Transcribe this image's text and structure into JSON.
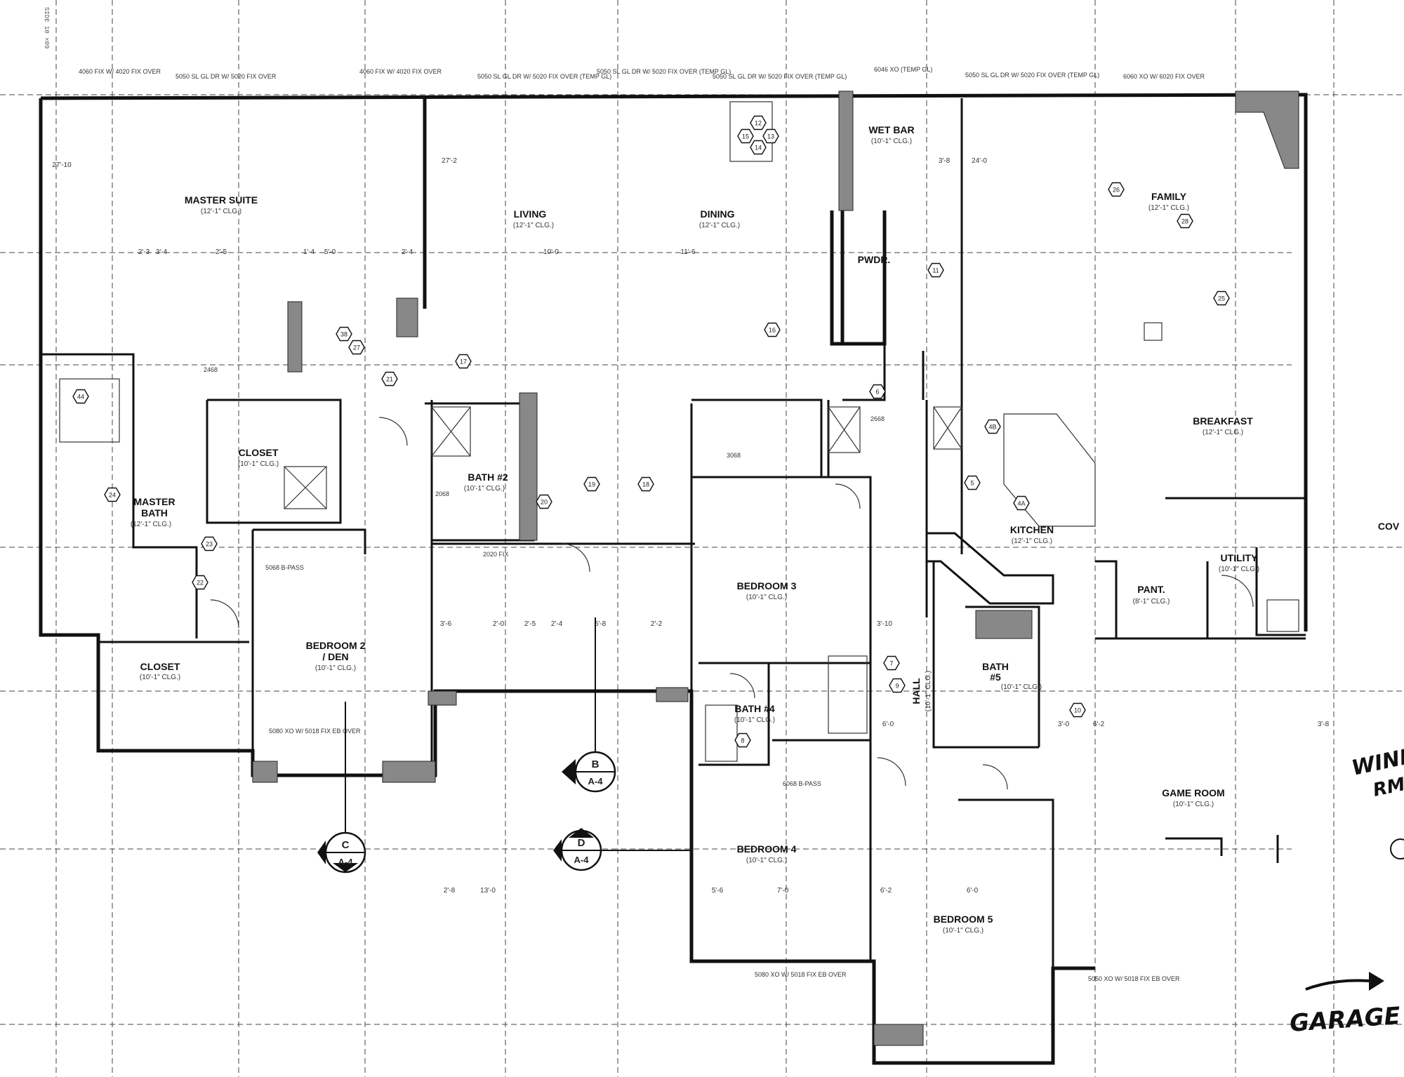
{
  "rooms": {
    "master_suite": {
      "name": "MASTER SUITE",
      "ceiling": "(12'-1\" CLG.)"
    },
    "living": {
      "name": "LIVING",
      "ceiling": "(12'-1\" CLG.)"
    },
    "dining": {
      "name": "DINING",
      "ceiling": "(12'-1\" CLG.)"
    },
    "wet_bar": {
      "name": "WET BAR",
      "ceiling": "(10'-1\" CLG.)"
    },
    "family": {
      "name": "FAMILY",
      "ceiling": "(12'-1\" CLG.)"
    },
    "pwdr": {
      "name": "PWDR."
    },
    "closet_1": {
      "name": "CLOSET",
      "ceiling": "(10'-1\" CLG.)"
    },
    "master_bath": {
      "name": "MASTER BATH",
      "ceiling": "(12'-1\" CLG.)"
    },
    "bath_2": {
      "name": "BATH #2",
      "ceiling": "(10'-1\" CLG.)"
    },
    "bedroom_2": {
      "name": "BEDROOM 2 / DEN",
      "ceiling": "(10'-1\" CLG.)"
    },
    "closet_2": {
      "name": "CLOSET",
      "ceiling": "(10'-1\" CLG.)"
    },
    "bedroom_3": {
      "name": "BEDROOM 3",
      "ceiling": "(10'-1\" CLG.)"
    },
    "bath_4": {
      "name": "BATH #4",
      "ceiling": "(10'-1\" CLG.)"
    },
    "bedroom_4": {
      "name": "BEDROOM 4",
      "ceiling": "(10'-1\" CLG.)"
    },
    "hall": {
      "name": "HALL",
      "ceiling": "(10'-1\" CLG.)"
    },
    "kitchen": {
      "name": "KITCHEN",
      "ceiling": "(12'-1\" CLG.)"
    },
    "pant": {
      "name": "PANT.",
      "ceiling": "(8'-1\" CLG.)"
    },
    "utility": {
      "name": "UTILITY",
      "ceiling": "(10'-1\" CLG.)"
    },
    "bath_5": {
      "name": "BATH #5",
      "ceiling": "(10'-1\" CLG.)"
    },
    "breakfast": {
      "name": "BREAKFAST",
      "ceiling": "(12'-1\" CLG.)"
    },
    "game_room": {
      "name": "GAME ROOM",
      "ceiling": "(10'-1\" CLG.)"
    },
    "bedroom_5": {
      "name": "BEDROOM 5",
      "ceiling": "(10'-1\" CLG.)"
    },
    "cov": {
      "name": "COV"
    }
  },
  "section_markers": [
    {
      "letter": "B",
      "sheet": "A-4"
    },
    {
      "letter": "C",
      "sheet": "A-4"
    },
    {
      "letter": "D",
      "sheet": "A-4"
    }
  ],
  "handwritten": {
    "wine_line1": "WINE",
    "wine_line2": "RM",
    "garage": "GARAGE"
  },
  "window_notes": [
    "4060 FIX W/ 4020 FIX OVER",
    "5050 SL GL DR W/ 5020 FIX OVER",
    "4060 FIX W/ 4020 FIX OVER",
    "5050 SL GL DR W/ 5020 FIX OVER (TEMP GL)",
    "5050 SL GL DR W/ 5020 FIX OVER (TEMP GL)",
    "5050 SL GL DR W/ 5020 FIX OVER (TEMP GL)",
    "6046 XO (TEMP GL)",
    "5050 SL GL DR W/ 5020 FIX OVER (TEMP GL)",
    "6060 XO W/ 6020 FIX OVER"
  ],
  "dimensions": [
    "27'-10",
    "2'-3",
    "3'-4",
    "2'-5",
    "1'-4",
    "5'-0",
    "2'-4",
    "27'-2",
    "10'-0",
    "11'-6",
    "24'-0",
    "3'-8",
    "2'-0",
    "2'-5",
    "2'-4",
    "5'-8",
    "2'-2",
    "3'-6",
    "3'-10",
    "6'-0",
    "6'-2",
    "3'-0",
    "3'-8",
    "2'-8",
    "13'-0",
    "5'-6",
    "7'-0",
    "6'-2",
    "6'-0"
  ],
  "door_tags": [
    "2468",
    "2668",
    "2068",
    "3068",
    "5068 B-PASS",
    "6068 B-PASS",
    "2020 FIX",
    "5080 XO W/ 5018 FIX EB OVER",
    "5080 XO W/ 5018 FIX EB OVER",
    "5050 XO W/ 5018 FIX EB OVER"
  ],
  "callouts": [
    "12",
    "13",
    "14",
    "15",
    "16",
    "17",
    "18",
    "19",
    "20",
    "21",
    "22",
    "23",
    "24",
    "25",
    "26",
    "27",
    "28",
    "38",
    "44",
    "4A",
    "4B",
    "5",
    "6",
    "7",
    "8",
    "9",
    "10",
    "11"
  ],
  "side_stamp": "SIDE 10 ×09",
  "colors": {
    "ink": "#111111",
    "hatch": "#888888",
    "paper": "#ffffff"
  }
}
